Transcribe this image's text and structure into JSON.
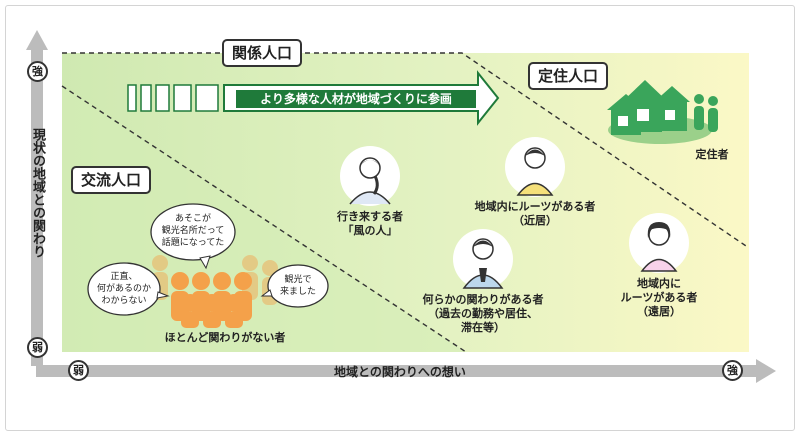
{
  "categories": {
    "kankei": "関係人口",
    "teiju": "定住人口",
    "koryu": "交流人口"
  },
  "arrow_label": "より多様な人材が地域づくりに参画",
  "axes": {
    "y_label": "現状の地域との関わり",
    "x_label": "地域との関わりへの想い",
    "y_strong": "強",
    "y_weak": "弱",
    "x_weak": "弱",
    "x_strong": "強"
  },
  "persons": {
    "visitor": "行き来する者\n「風の人」",
    "roots_near": "地域内にルーツがある者\n（近居）",
    "connection": "何らかの関わりがある者\n（過去の勤務や居住、\n滞在等）",
    "roots_far": "地域内に\nルーツがある者\n（遠居）",
    "resident": "定住者",
    "none": "ほとんど関わりがない者"
  },
  "bubbles": {
    "top": "あそこが\n観光名所だって\n話題になってた",
    "left": "正直、\n何があるのか\nわからない",
    "right": "観光で\n来ました"
  },
  "colors": {
    "green": "#d9efbf",
    "yellow": "#fbf7c2",
    "accent": "#1f7a3a",
    "crowd": "#f4a14a"
  }
}
